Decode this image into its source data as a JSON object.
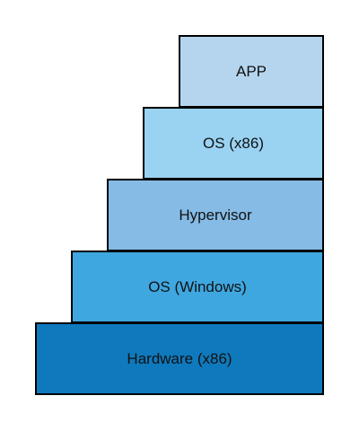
{
  "diagram": {
    "layers": [
      {
        "label": "APP",
        "color": "#b5d5ef"
      },
      {
        "label": "OS (x86)",
        "color": "#9ad2f2"
      },
      {
        "label": "Hypervisor",
        "color": "#85bbe5"
      },
      {
        "label": "OS (Windows)",
        "color": "#3fa7e0"
      },
      {
        "label": "Hardware (x86)",
        "color": "#0f79bd"
      }
    ]
  }
}
